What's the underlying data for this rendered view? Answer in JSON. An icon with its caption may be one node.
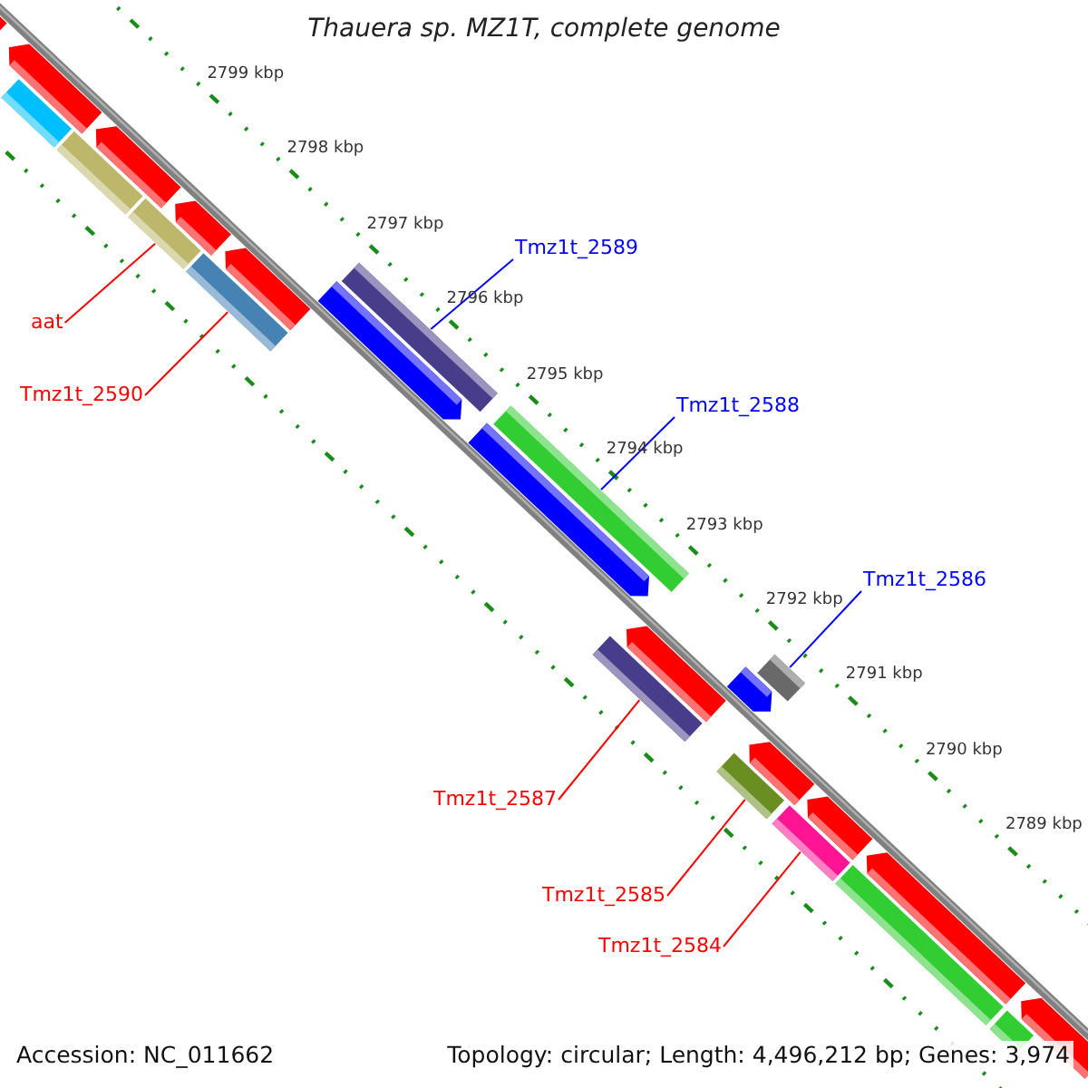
{
  "diagram": {
    "title": "Thauera sp. MZ1T, complete genome",
    "nodes": [
      {
        "text": [
          "aat"
        ]
      },
      {
        "text": [
          "Tmz1t_2590"
        ]
      },
      {
        "text": [
          "Tmz1t_2589"
        ]
      },
      {
        "text": [
          "Tmz1t_2588"
        ]
      },
      {
        "text": [
          "Tmz1t_2586"
        ]
      },
      {
        "text": [
          "Tmz1t_2587"
        ]
      },
      {
        "text": [
          "Tmz1t_2585"
        ]
      },
      {
        "text": [
          "Tmz1t_2584"
        ]
      },
      {
        "text": [],
        "shape": "bar"
      },
      {
        "text": [],
        "shape": "arrow"
      },
      {
        "text": [],
        "shape": "arrow"
      },
      {
        "text": [],
        "shape": "bar"
      },
      {
        "text": [],
        "shape": "arrow"
      },
      {
        "text": [],
        "shape": "bar"
      },
      {
        "text": [],
        "shape": "arrow"
      },
      {
        "text": [],
        "shape": "bar"
      },
      {
        "text": [],
        "shape": "arrow"
      },
      {
        "text": [],
        "shape": "arrow"
      },
      {
        "text": [],
        "shape": "bar"
      },
      {
        "text": [],
        "shape": "arrow"
      },
      {
        "text": [],
        "shape": "bar"
      },
      {
        "text": [],
        "shape": "bar"
      },
      {
        "text": [],
        "shape": "arrow"
      },
      {
        "text": [],
        "shape": "arrow"
      },
      {
        "text": [],
        "shape": "bar"
      },
      {
        "text": [],
        "shape": "bar"
      },
      {
        "text": [],
        "shape": "arrow"
      },
      {
        "text": [],
        "shape": "bar"
      },
      {
        "text": [],
        "shape": "arrow"
      },
      {
        "text": [],
        "shape": "bar"
      },
      {
        "text": [],
        "shape": "arrow"
      },
      {
        "text": [],
        "shape": "arrow"
      },
      {
        "text": [],
        "shape": "bar"
      }
    ],
    "edges": [
      {
        "from": 0,
        "to": 13,
        "arrow": "none"
      },
      {
        "from": 1,
        "to": 15,
        "arrow": "none"
      },
      {
        "from": 2,
        "to": 18,
        "arrow": "none",
        "color": "#0000ff"
      },
      {
        "from": 3,
        "to": 20,
        "arrow": "none",
        "color": "#0000ff"
      },
      {
        "from": 4,
        "to": 24,
        "arrow": "none",
        "color": "#0000ff"
      },
      {
        "from": 5,
        "to": 21,
        "arrow": "none"
      },
      {
        "from": 6,
        "to": 25,
        "arrow": "none"
      },
      {
        "from": 7,
        "to": 27,
        "arrow": "none"
      }
    ],
    "labels": [
      "2799 kbp",
      "2798 kbp",
      "2797 kbp",
      "2796 kbp",
      "2795 kbp",
      "2794 kbp",
      "2793 kbp",
      "2792 kbp",
      "2791 kbp",
      "2790 kbp",
      "2789 kbp",
      "Accession: NC_011662",
      "Topology: circular; Length: 4,496,212 bp; Genes: 3,974"
    ]
  }
}
